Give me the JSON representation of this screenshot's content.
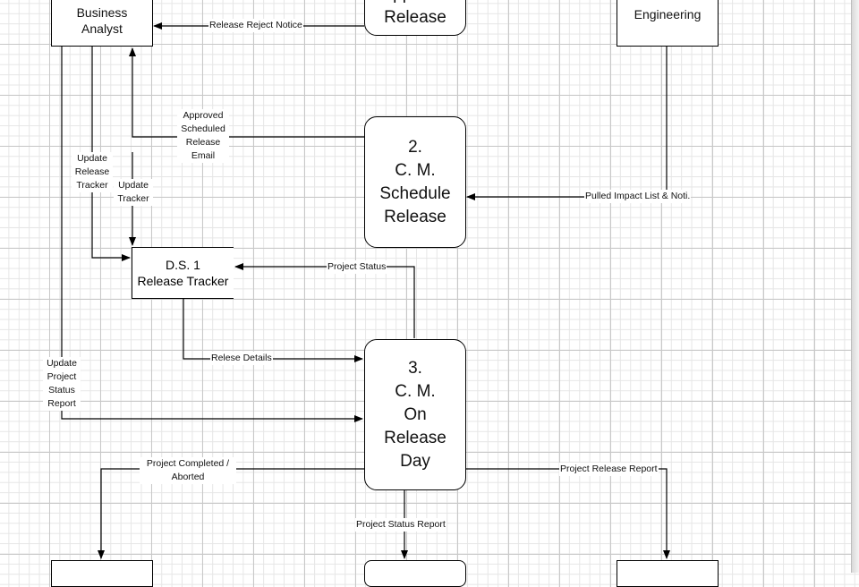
{
  "entities": {
    "business_analyst": "Business\nAnalyst",
    "engineering": "Engineering"
  },
  "processes": {
    "approval_release": "Approval\nRelease",
    "schedule_release": "2.\nC. M.\nSchedule\nRelease",
    "release_day": "3.\nC. M.\nOn\nRelease\nDay"
  },
  "data_store": {
    "release_tracker": "D.S. 1\nRelease Tracker"
  },
  "flows": {
    "release_reject_notice": "Release Reject Notice",
    "approved_scheduled_release_email": "Approved\nScheduled\nRelease\nEmail",
    "update_release_tracker": "Update\nRelease\nTracker",
    "update_tracker": "Update\nTracker",
    "pulled_impact_list": "Pulled Impact List & Noti.",
    "project_status": "Project Status",
    "relese_details": "Relese Details",
    "update_project_status_report": "Update\nProject\nStatus\nReport",
    "project_completed_aborted": "Project Completed /\nAborted",
    "project_release_report": "Project Release Report",
    "project_status_report": "Project Status Report"
  }
}
